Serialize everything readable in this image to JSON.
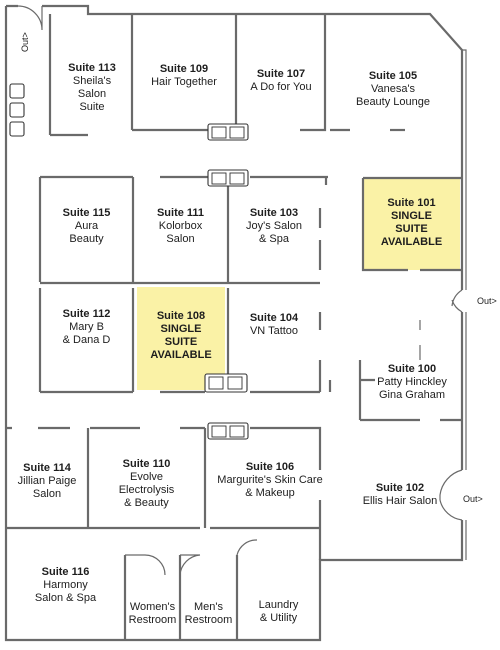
{
  "colors": {
    "wall": "#6a6a6a",
    "available": "#faf2a6",
    "text": "#1e1e1e"
  },
  "suites": {
    "s113": {
      "num": "Suite 113",
      "lines": [
        "Sheila's",
        "Salon",
        "Suite"
      ]
    },
    "s109": {
      "num": "Suite 109",
      "lines": [
        "Hair Together"
      ]
    },
    "s107": {
      "num": "Suite 107",
      "lines": [
        "A Do for You"
      ]
    },
    "s105": {
      "num": "Suite 105",
      "lines": [
        "Vanesa's",
        "Beauty Lounge"
      ]
    },
    "s115": {
      "num": "Suite 115",
      "lines": [
        "Aura",
        "Beauty"
      ]
    },
    "s111": {
      "num": "Suite 111",
      "lines": [
        "Kolorbox",
        "Salon"
      ]
    },
    "s103": {
      "num": "Suite 103",
      "lines": [
        "Joy's Salon",
        "& Spa"
      ]
    },
    "s101": {
      "num": "Suite 101",
      "lines": [
        "SINGLE",
        "SUITE",
        "AVAILABLE"
      ]
    },
    "s112": {
      "num": "Suite 112",
      "lines": [
        "Mary B",
        "& Dana D"
      ]
    },
    "s108": {
      "num": "Suite 108",
      "lines": [
        "SINGLE",
        "SUITE",
        "AVAILABLE"
      ]
    },
    "s104": {
      "num": "Suite 104",
      "lines": [
        "VN Tattoo"
      ]
    },
    "s100": {
      "num": "Suite 100",
      "lines": [
        "Patty Hinckley",
        "Gina Graham"
      ]
    },
    "s114": {
      "num": "Suite 114",
      "lines": [
        "Jillian Paige",
        "Salon"
      ]
    },
    "s110": {
      "num": "Suite 110",
      "lines": [
        "Evolve",
        "Electrolysis",
        "& Beauty"
      ]
    },
    "s106": {
      "num": "Suite 106",
      "lines": [
        "Margurite's Skin Care",
        "& Makeup"
      ]
    },
    "s102": {
      "num": "Suite 102",
      "lines": [
        "Ellis Hair Salon"
      ]
    },
    "s116": {
      "num": "Suite 116",
      "lines": [
        "Harmony",
        "Salon & Spa"
      ]
    },
    "womens": {
      "num": "",
      "lines": [
        "Women's",
        "Restroom"
      ]
    },
    "mens": {
      "num": "",
      "lines": [
        "Men's",
        "Restroom"
      ]
    },
    "laundry": {
      "num": "",
      "lines": [
        "Laundry",
        "& Utility"
      ]
    }
  },
  "exits": {
    "top": "Out>",
    "right1": "Out>",
    "right2": "Out>"
  }
}
